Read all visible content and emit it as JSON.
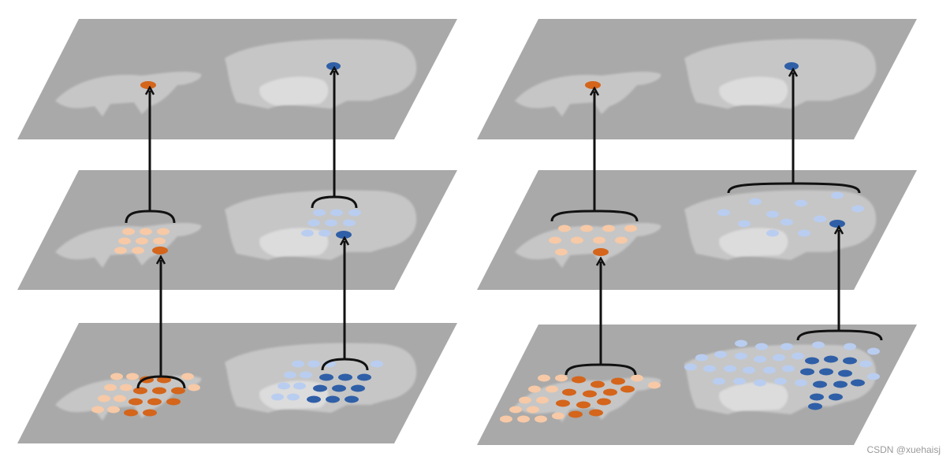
{
  "figure": {
    "panels": [
      {
        "id": "left",
        "layers": 3
      },
      {
        "id": "right",
        "layers": 3
      }
    ],
    "colors": {
      "background": "#ffffff",
      "plane": "#a8a8a8",
      "plane_overlay": "#c8c8c8",
      "animal": "#e6e6e6",
      "lamb_light": "#f7c9a6",
      "lamb_dark": "#d4651b",
      "sheep_light": "#b9cdf0",
      "sheep_dark": "#2f5fa7",
      "arrow": "#111111"
    }
  },
  "watermark": "CSDN @xuehaisj"
}
